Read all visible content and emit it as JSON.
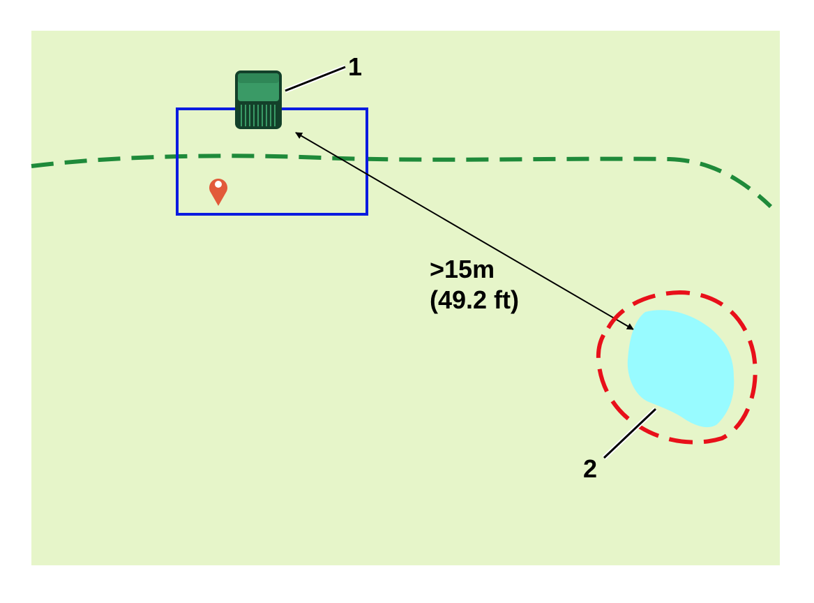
{
  "colors": {
    "field": "#e6f5c9",
    "boundary": "#1f8a3a",
    "zone_box": "#0a1be0",
    "pin": "#e25a3a",
    "water": "#98fbff",
    "water_halo": "#e8101a",
    "mower_body": "#3a9a66",
    "mower_dark": "#13402a",
    "arrow": "#000000"
  },
  "icons": {
    "mower": "robot-mower-icon",
    "pin": "map-pin-icon",
    "pond": "water-hazard-icon"
  },
  "callouts": {
    "mower": "1",
    "pond": "2"
  },
  "distance": {
    "metric": ">15m",
    "imperial": "(49.2 ft)"
  }
}
